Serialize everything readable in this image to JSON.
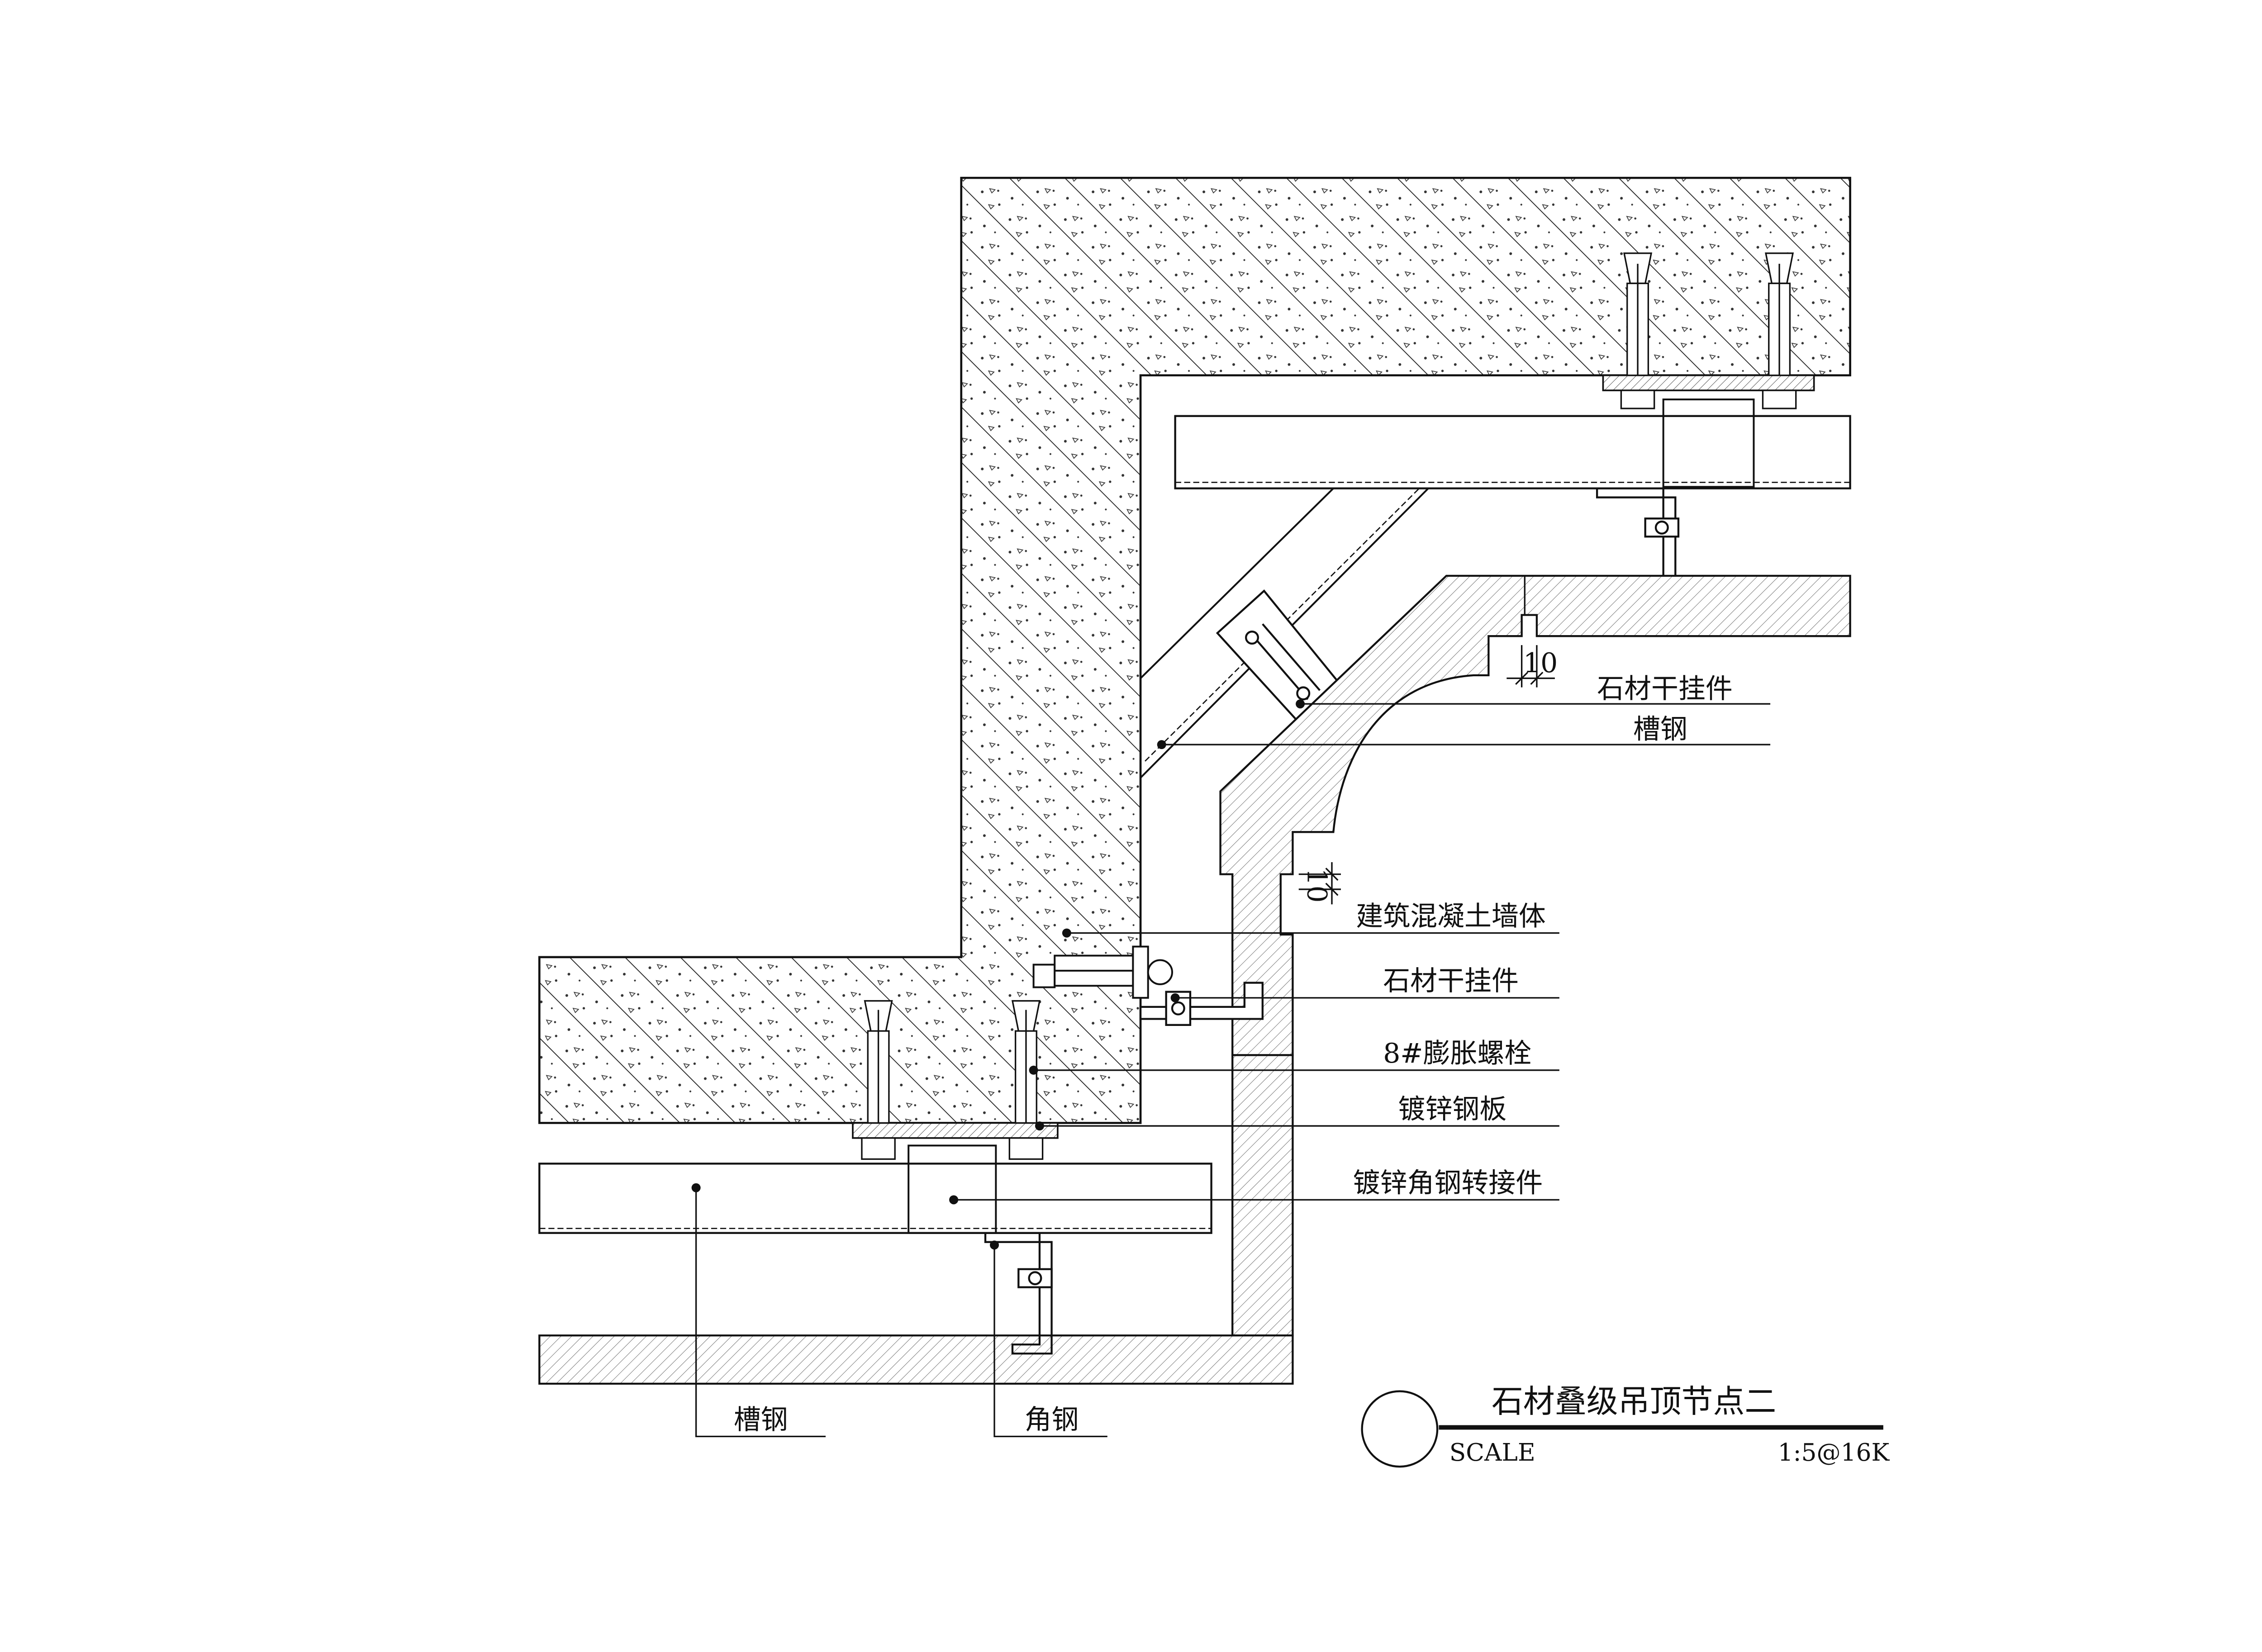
{
  "title": {
    "name": "石材叠级吊顶节点二",
    "scale_label": "SCALE",
    "scale_value": "1:5@16K"
  },
  "callouts": {
    "stone_hanger_upper": "石材干挂件",
    "channel_upper": "槽钢",
    "concrete_wall": "建筑混凝土墙体",
    "stone_hanger_lower": "石材干挂件",
    "expansion_bolt": "8#膨胀螺栓",
    "galvanized_plate": "镀锌钢板",
    "galvanized_angle_adapter": "镀锌角钢转接件",
    "channel_lower": "槽钢",
    "angle_steel": "角钢"
  },
  "dimensions": {
    "gap_top": "10",
    "gap_side": "10"
  },
  "colors": {
    "line": "#111111",
    "hatch": "#444444",
    "background": "#ffffff"
  }
}
